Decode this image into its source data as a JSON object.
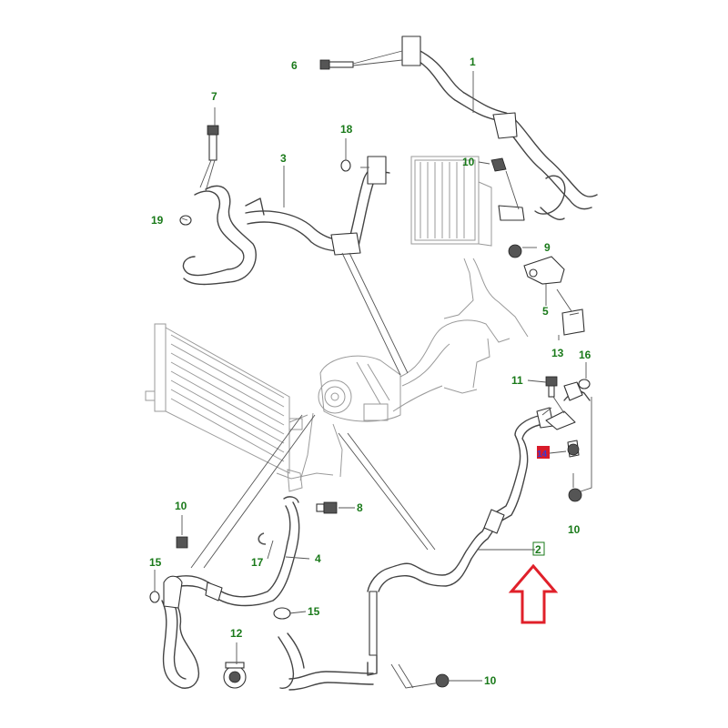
{
  "diagram": {
    "callouts": [
      {
        "id": "c1",
        "label": "1"
      },
      {
        "id": "c2",
        "label": "2",
        "boxed": true
      },
      {
        "id": "c3",
        "label": "3"
      },
      {
        "id": "c4",
        "label": "4"
      },
      {
        "id": "c5",
        "label": "5"
      },
      {
        "id": "c6",
        "label": "6"
      },
      {
        "id": "c7",
        "label": "7"
      },
      {
        "id": "c8",
        "label": "8"
      },
      {
        "id": "c9",
        "label": "9"
      },
      {
        "id": "c10a",
        "label": "10"
      },
      {
        "id": "c10b",
        "label": "10"
      },
      {
        "id": "c10c",
        "label": "10"
      },
      {
        "id": "c10d",
        "label": "10"
      },
      {
        "id": "c11",
        "label": "11"
      },
      {
        "id": "c12",
        "label": "12"
      },
      {
        "id": "c13",
        "label": "13"
      },
      {
        "id": "c14",
        "label": "14",
        "highlighted": true
      },
      {
        "id": "c15a",
        "label": "15"
      },
      {
        "id": "c15b",
        "label": "15"
      },
      {
        "id": "c16",
        "label": "16"
      },
      {
        "id": "c17",
        "label": "17"
      },
      {
        "id": "c18",
        "label": "18"
      },
      {
        "id": "c19",
        "label": "19"
      }
    ],
    "colors": {
      "callout_text": "#1a7a1a",
      "line_art": "#444444",
      "context_art": "#9a9a9a",
      "arrow": "#e0202a",
      "highlight_box": "#d81b2a",
      "highlight_text": "#3a3ad0"
    },
    "indicator_arrow": {
      "direction": "up",
      "points_to": "2"
    }
  }
}
